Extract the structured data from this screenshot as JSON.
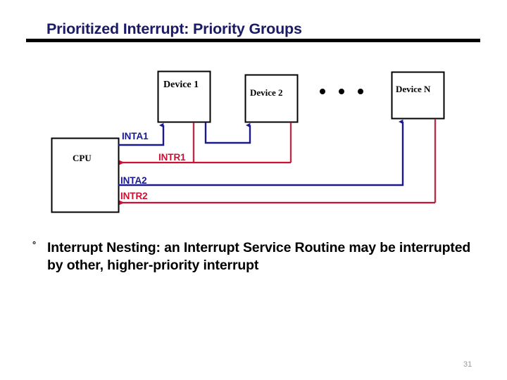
{
  "slide": {
    "title": "Prioritized Interrupt: Priority Groups",
    "page_number": "31"
  },
  "diagram": {
    "boxes": [
      {
        "id": "device-1",
        "label": "Device 1"
      },
      {
        "id": "device-2",
        "label": "Device 2"
      },
      {
        "id": "device-n",
        "label": "Device N"
      },
      {
        "id": "cpu",
        "label": "CPU"
      }
    ],
    "ellipsis": "• • •",
    "signals": [
      {
        "id": "inta1",
        "label": "INTA1",
        "color": "#1a1a8c",
        "kind": "acknowledge",
        "group": 1
      },
      {
        "id": "intr1",
        "label": "INTR1",
        "color": "#cc1133",
        "kind": "request",
        "group": 1
      },
      {
        "id": "inta2",
        "label": "INTA2",
        "color": "#1a1a8c",
        "kind": "acknowledge",
        "group": 2
      },
      {
        "id": "intr2",
        "label": "INTR2",
        "color": "#cc1133",
        "kind": "request",
        "group": 2
      }
    ],
    "colors": {
      "acknowledge_blue": "#1a1a8c",
      "request_red": "#cc1133",
      "box_outline": "#000000",
      "title_navy": "#1a1a66"
    }
  },
  "bullet": {
    "marker": "°",
    "text": "Interrupt Nesting: an Interrupt Service Routine may be interrupted by other, higher-priority interrupt"
  }
}
